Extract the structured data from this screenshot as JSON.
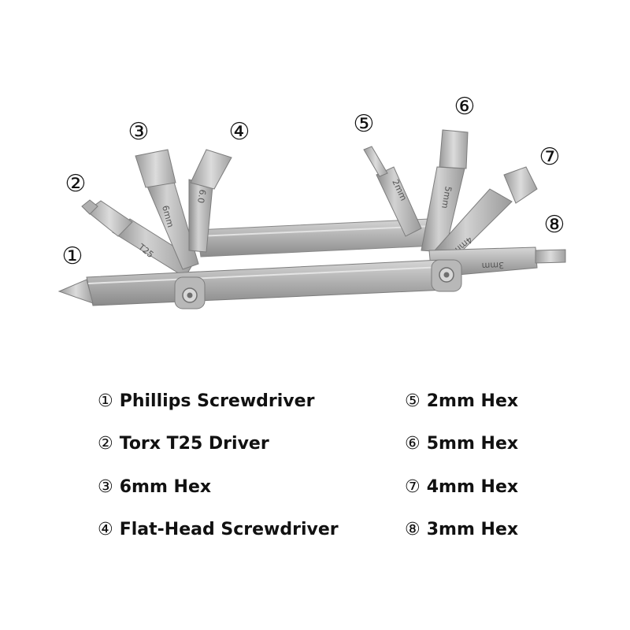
{
  "tools": [
    {
      "num": "①",
      "name": "Phillips Screwdriver"
    },
    {
      "num": "②",
      "name": "Torx T25 Driver",
      "bit_label": "T25"
    },
    {
      "num": "③",
      "name": "6mm Hex",
      "bit_label": "6mm"
    },
    {
      "num": "④",
      "name": "Flat-Head Screwdriver",
      "bit_label": "6.0"
    },
    {
      "num": "⑤",
      "name": "2mm Hex",
      "bit_label": "2mm"
    },
    {
      "num": "⑥",
      "name": "5mm Hex",
      "bit_label": "5mm"
    },
    {
      "num": "⑦",
      "name": "4mm Hex",
      "bit_label": "4mm"
    },
    {
      "num": "⑧",
      "name": "3mm Hex",
      "bit_label": "3mm"
    }
  ],
  "colors": {
    "metal_light": "#c9c9c9",
    "metal_mid": "#a9a9a9",
    "metal_dark": "#7f7f7f",
    "text": "#111111",
    "background": "#ffffff"
  },
  "icons": [
    "torx-screw-icon",
    "torx-screw-icon"
  ]
}
